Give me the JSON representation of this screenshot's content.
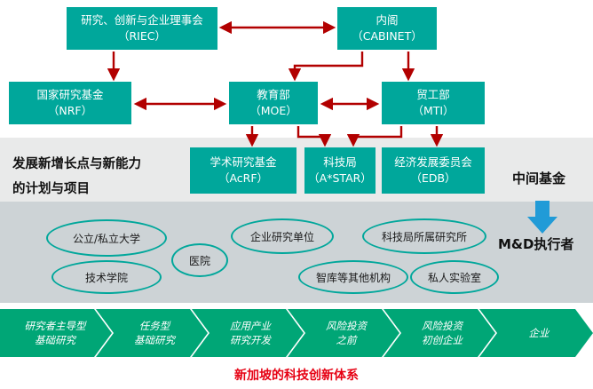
{
  "caption": "新加坡的科技创新体系",
  "colors": {
    "box_teal": "#00a79b",
    "chevron_green": "#00a676",
    "arrow_red": "#b20000",
    "flow_blue": "#219bd7",
    "caption_red": "#e60012",
    "band1_gray": "#e9eaea",
    "band2_gray": "#cdd3d6"
  },
  "boxes": {
    "riec": {
      "line1": "研究、创新与企业理事会",
      "line2": "（RIEC）"
    },
    "cabinet": {
      "line1": "内阁",
      "line2": "（CABINET）"
    },
    "nrf": {
      "line1": "国家研究基金",
      "line2": "（NRF）"
    },
    "moe": {
      "line1": "教育部",
      "line2": "（MOE）"
    },
    "mti": {
      "line1": "贸工部",
      "line2": "（MTI）"
    },
    "acrf": {
      "line1": "学术研究基金",
      "line2": "（AcRF）"
    },
    "astar": {
      "line1": "科技局",
      "line2": "（A*STAR）"
    },
    "edb": {
      "line1": "经济发展委员会",
      "line2": "（EDB）"
    }
  },
  "labels": {
    "programs_line1": "发展新增长点与新能力",
    "programs_line2": "的计划与项目",
    "intermediate_fund": "中间基金",
    "md_executor": "M&D执行者"
  },
  "ellipses": [
    {
      "label": "公立/私立大学"
    },
    {
      "label": "技术学院"
    },
    {
      "label": "医院"
    },
    {
      "label": "企业研究单位"
    },
    {
      "label": "智库等其他机构"
    },
    {
      "label": "科技局所属研究所"
    },
    {
      "label": "私人实验室"
    }
  ],
  "chevrons": [
    {
      "line1": "研究者主导型",
      "line2": "基础研究"
    },
    {
      "line1": "任务型",
      "line2": "基础研究"
    },
    {
      "line1": "应用产业",
      "line2": "研究开发"
    },
    {
      "line1": "风险投资",
      "line2": "之前"
    },
    {
      "line1": "风险投资",
      "line2": "初创企业"
    },
    {
      "line1": "企业",
      "line2": ""
    }
  ]
}
